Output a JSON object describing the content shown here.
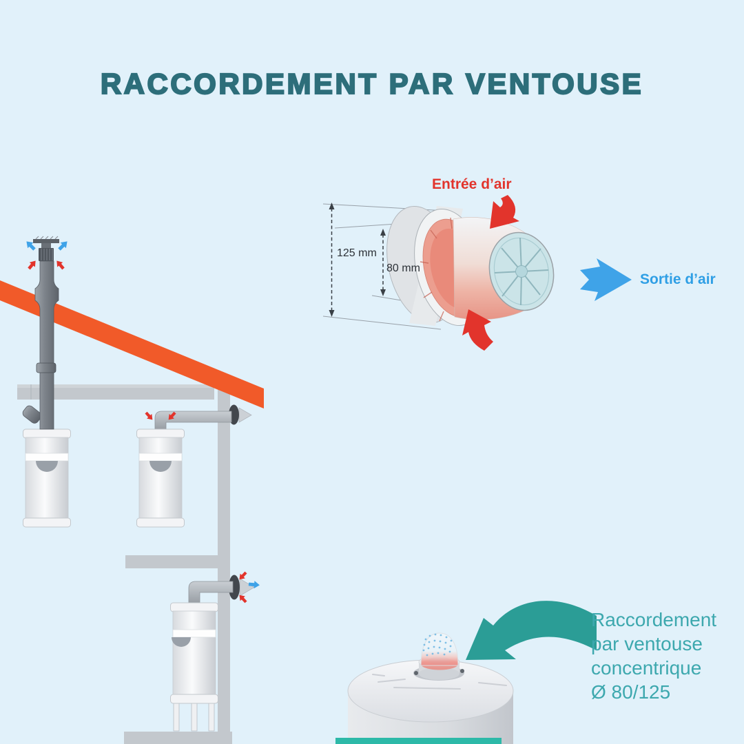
{
  "title": "RACCORDEMENT PAR VENTOUSE",
  "terminal_diagram": {
    "inlet_label": "Entrée d’air",
    "outlet_label": "Sortie d’air",
    "outer_diameter_label": "125 mm",
    "inner_diameter_label": "80 mm"
  },
  "callout": {
    "line1": "Raccordement",
    "line2": "par ventouse",
    "line3": "concentrique",
    "line4": "Ø 80/125"
  },
  "colors": {
    "background": "#e1f1fa",
    "title_teal": "#2d6e7a",
    "red": "#e2342c",
    "blue": "#3fa3e8",
    "roof_orange": "#f15a29",
    "arrow_teal": "#2b9d96",
    "callout_teal": "#3da8ae",
    "bar_teal": "#2db9a8"
  }
}
